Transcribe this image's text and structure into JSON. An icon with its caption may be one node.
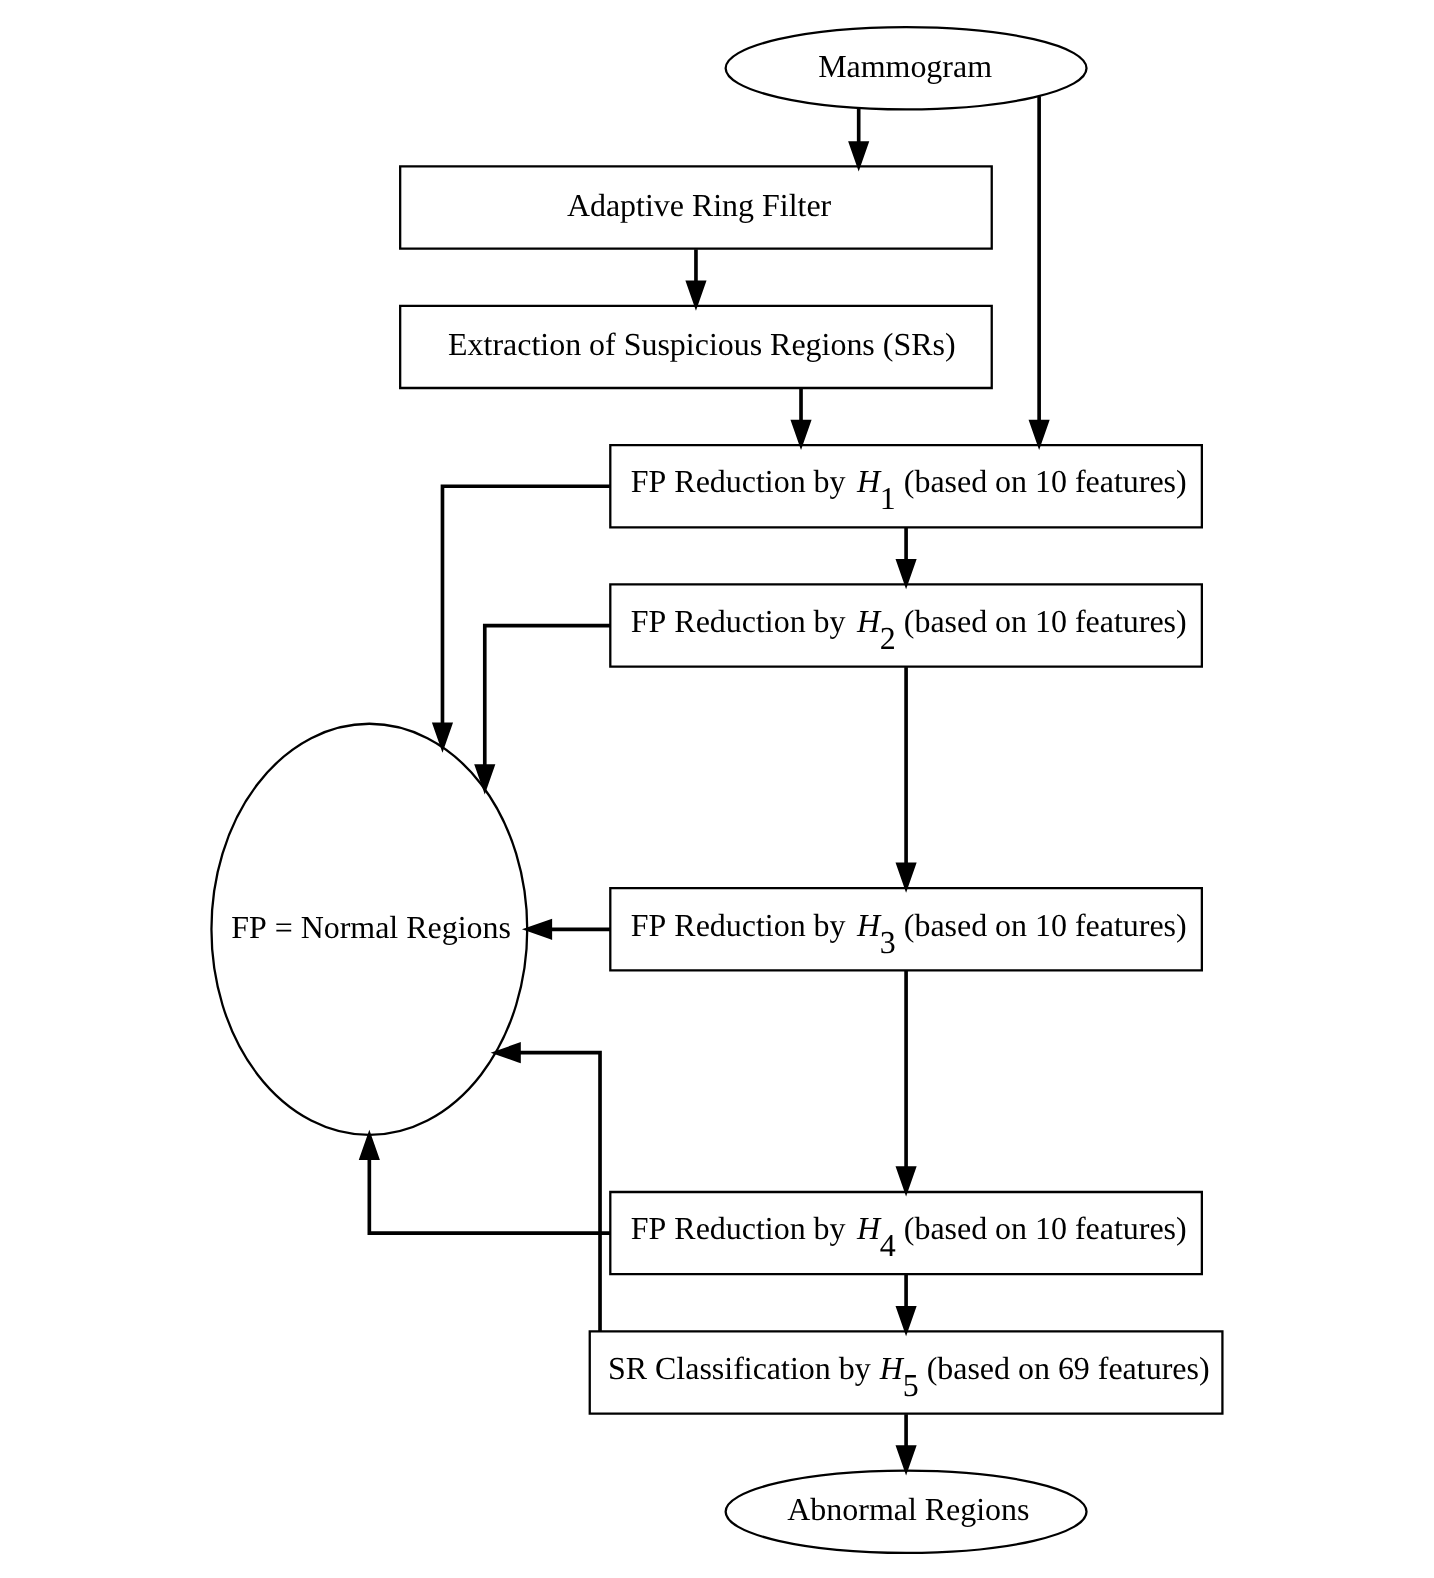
{
  "diagram": {
    "nodes": [
      {
        "text": [
          "Mammogram"
        ]
      },
      {
        "text": [
          "Adaptive Ring Filter"
        ]
      },
      {
        "text": [
          "Extraction of Suspicious Regions (SRs)"
        ]
      },
      {
        "text": [
          "FP = Normal Regions"
        ]
      },
      {
        "text": [
          "FP Reduction by *H*$_{1}$ (based on 10 features)"
        ]
      },
      {
        "text": [
          "FP Reduction by *H*$_{2}$ (based on 10 features)"
        ]
      },
      {
        "text": [
          "FP Reduction by *H*$_{3}$ (based on 10 features)"
        ]
      },
      {
        "text": [
          "FP Reduction by *H*$_{4}$ (based on 10 features)"
        ]
      },
      {
        "text": [
          "SR Classification by *H*$_{5}$ (based on 69 features)"
        ]
      },
      {
        "text": [
          "Abnormal Regions"
        ]
      }
    ],
    "edges": [
      {
        "from": 0,
        "to": 1,
        "arrow": "to"
      },
      {
        "from": 1,
        "to": 2,
        "arrow": "to"
      },
      {
        "from": 2,
        "to": 4,
        "arrow": "to"
      },
      {
        "from": 0,
        "to": 4,
        "arrow": "to"
      },
      {
        "from": 4,
        "to": 3,
        "arrow": "to"
      },
      {
        "from": 4,
        "to": 5,
        "arrow": "to"
      },
      {
        "from": 5,
        "to": 3,
        "arrow": "to"
      },
      {
        "from": 5,
        "to": 6,
        "arrow": "to"
      },
      {
        "from": 6,
        "to": 3,
        "arrow": "to"
      },
      {
        "from": 6,
        "to": 7,
        "arrow": "to"
      },
      {
        "from": 7,
        "to": 3,
        "arrow": "to"
      },
      {
        "from": 7,
        "to": 8,
        "arrow": "to"
      },
      {
        "from": 8,
        "to": 3,
        "arrow": "to"
      },
      {
        "from": 8,
        "to": 9,
        "arrow": "to"
      }
    ]
  }
}
